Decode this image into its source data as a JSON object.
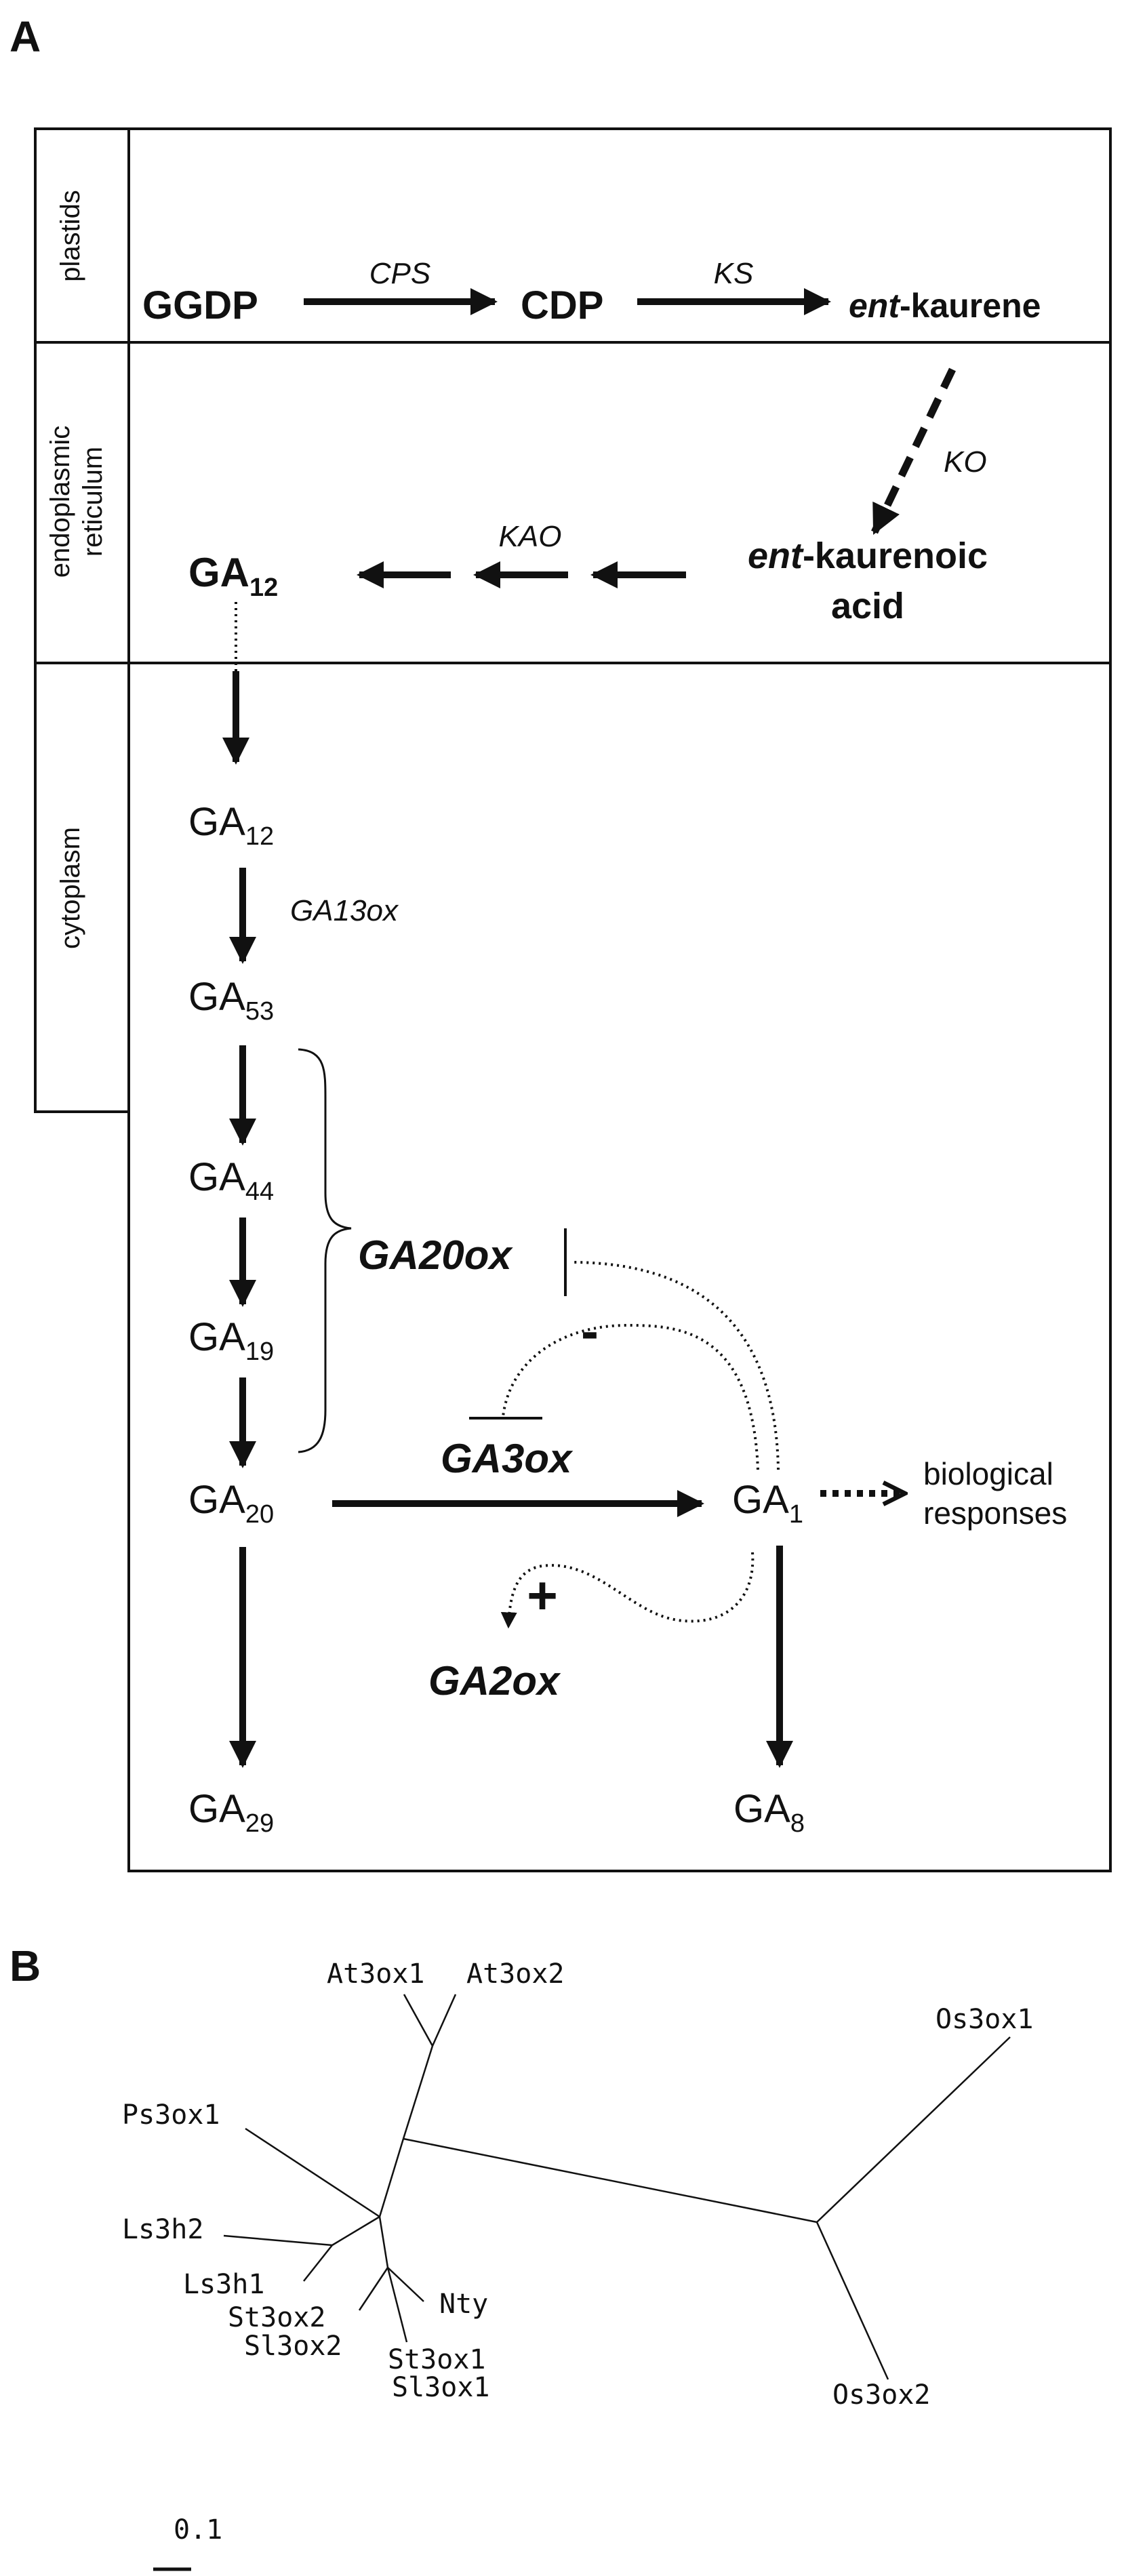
{
  "panels": {
    "a": "A",
    "b": "B"
  },
  "compartments": {
    "plastids": "plastids",
    "er_line1": "endoplasmic",
    "er_line2": "reticulum",
    "cytoplasm": "cytoplasm"
  },
  "compounds": {
    "ggdp": "GGDP",
    "cdp": "CDP",
    "ent_kaurene_prefix": "ent",
    "ent_kaurene_suffix": "-kaurene",
    "ent_kaurenoic_prefix": "ent",
    "ent_kaurenoic_suffix": "-kaurenoic",
    "ent_kaurenoic_line2": "acid",
    "ga": "GA",
    "ga12_er_sub": "12",
    "ga12_sub": "12",
    "ga53_sub": "53",
    "ga44_sub": "44",
    "ga19_sub": "19",
    "ga20_sub": "20",
    "ga1_sub": "1",
    "ga29_sub": "29",
    "ga8_sub": "8"
  },
  "enzymes": {
    "cps": "CPS",
    "ks": "KS",
    "ko": "KO",
    "kao": "KAO",
    "ga13ox": "GA13ox",
    "ga20ox": "GA20ox",
    "ga3ox": "GA3ox",
    "ga2ox": "GA2ox"
  },
  "regulation": {
    "negative": "-",
    "positive": "+"
  },
  "response": {
    "line1": "biological",
    "line2": "responses"
  },
  "tree": {
    "leaves": [
      "At3ox1",
      "At3ox2",
      "Os3ox1",
      "Ps3ox1",
      "Ls3h2",
      "Ls3h1",
      "St3ox2",
      "Sl3ox2",
      "Nty",
      "St3ox1",
      "Sl3ox1",
      "Os3ox2"
    ],
    "scale_label": "0.1"
  }
}
